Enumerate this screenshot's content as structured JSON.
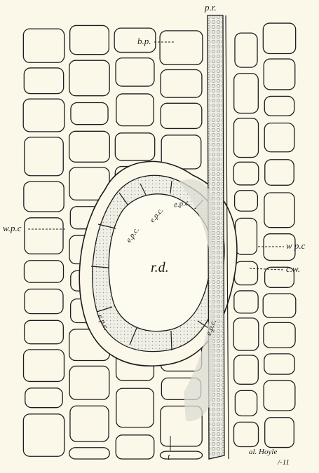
{
  "figure": {
    "labels": {
      "pr": "p.r.",
      "bp": "b.p.",
      "wpc_left": "w.p.c",
      "wpc_right": "w p.c",
      "cw": "c.w.",
      "rd": "r.d.",
      "epc_1": "e.p.c.",
      "epc_2": "e.p.c.",
      "epc_3": "e.p.c.",
      "epc_4": "e.p.c.",
      "epc_5": "e.p.c.",
      "t": "t",
      "signature_1": "al. Hoyle",
      "signature_2": "/-11"
    }
  }
}
